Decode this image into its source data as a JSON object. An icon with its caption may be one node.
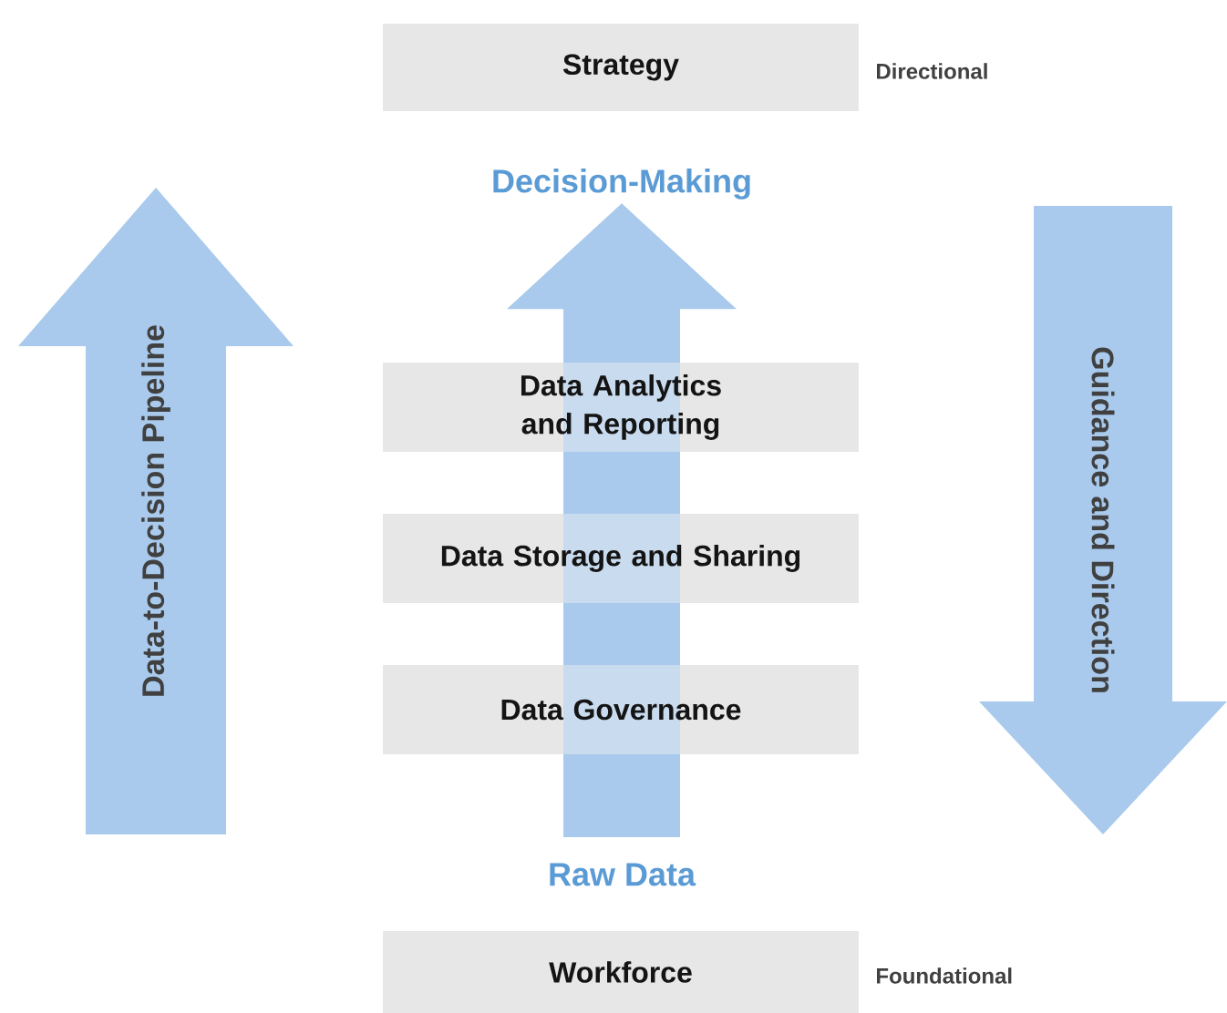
{
  "diagram": {
    "nodes": [
      {
        "text": [
          "Strategy"
        ],
        "beside": [
          "Directional"
        ]
      },
      {
        "text": [
          "Decision-Making"
        ]
      },
      {
        "text": [
          "Data-to-Decision Pipeline"
        ]
      },
      {
        "text": [
          "Guidance and Direction"
        ]
      },
      {
        "text": [
          "Data Analytics and Reporting"
        ]
      },
      {
        "text": [
          "Data Storage and Sharing"
        ]
      },
      {
        "text": [
          "Data Governance"
        ]
      },
      {
        "text": [
          "Raw Data"
        ]
      },
      {
        "text": [
          "Workforce"
        ],
        "beside": [
          "Foundational"
        ]
      }
    ],
    "edges": [
      {
        "from": 7,
        "to": 1,
        "arrow": "to"
      }
    ]
  }
}
